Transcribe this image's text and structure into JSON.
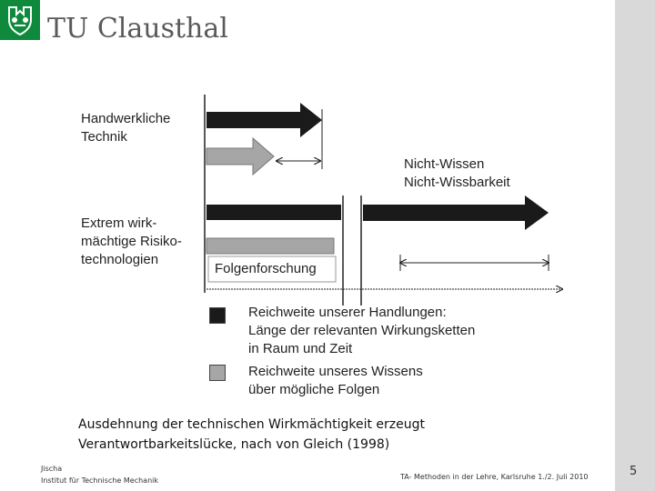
{
  "header": {
    "logo_title": "TU Clausthal",
    "logo_icon": "university-crest-icon",
    "brand_color": "#0f8a3c"
  },
  "diagram": {
    "row1_label_line1": "Handwerkliche",
    "row1_label_line2": "Technik",
    "row2_label_line1": "Extrem wirk-",
    "row2_label_line2": "mächtige Risiko-",
    "row2_label_line3": "technologien",
    "unknown_label_line1": "Nicht-Wissen",
    "unknown_label_line2": "Nicht-Wissbarkeit",
    "research_label": "Folgenforschung",
    "colors": {
      "action_arrow": "#1a1a1a",
      "knowledge_arrow": "#a6a6a6"
    }
  },
  "legend": {
    "item1_line1": "Reichweite unserer Handlungen:",
    "item1_line2": "Länge der relevanten Wirkungsketten",
    "item1_line3": "in Raum und Zeit",
    "item2_line1": "Reichweite unseres Wissens",
    "item2_line2": "über mögliche Folgen"
  },
  "caption": {
    "line1": "Ausdehnung der technischen Wirkmächtigkeit erzeugt",
    "line2": "Verantwortbarkeitslücke, nach von Gleich (1998)"
  },
  "footer": {
    "author": "Jischa",
    "institute": "Institut für Technische Mechanik",
    "event": "TA- Methoden in der Lehre, Karlsruhe 1./2. Juli 2010",
    "page_number": "5"
  }
}
